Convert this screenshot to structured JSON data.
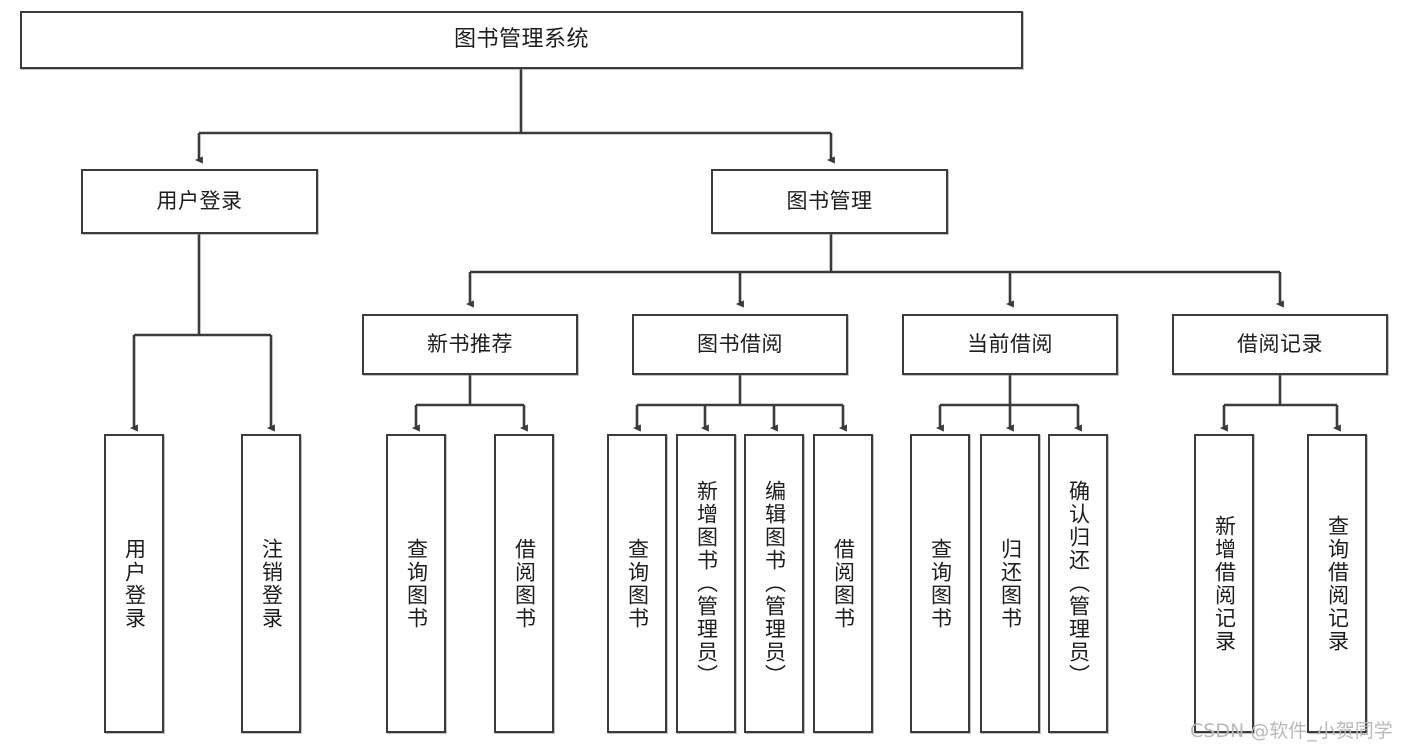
{
  "diagram": {
    "title": "图书管理系统",
    "type": "tree-hierarchy-chart",
    "stroke_color": "#3b3b3b",
    "fill_color": "#ffffff",
    "text_color": "#1d1d1d",
    "root": {
      "id": "root",
      "label": "图书管理系统"
    },
    "level1": [
      {
        "id": "user-login",
        "label": "用户登录"
      },
      {
        "id": "book-management",
        "label": "图书管理"
      }
    ],
    "level2": [
      {
        "id": "new-book-recommend",
        "label": "新书推荐",
        "parent": "book-management"
      },
      {
        "id": "book-borrow",
        "label": "图书借阅",
        "parent": "book-management"
      },
      {
        "id": "current-borrow",
        "label": "当前借阅",
        "parent": "book-management"
      },
      {
        "id": "borrow-record",
        "label": "借阅记录",
        "parent": "book-management"
      }
    ],
    "leaves": {
      "user-login": [
        {
          "id": "leaf-user-login",
          "label": "用户登录"
        },
        {
          "id": "leaf-user-logout",
          "label": "注销登录"
        }
      ],
      "new-book-recommend": [
        {
          "id": "leaf-query-book-1",
          "label": "查询图书"
        },
        {
          "id": "leaf-borrow-book-1",
          "label": "借阅图书"
        }
      ],
      "book-borrow": [
        {
          "id": "leaf-query-book-2",
          "label": "查询图书"
        },
        {
          "id": "leaf-add-book",
          "label": "新增图书（管理员）"
        },
        {
          "id": "leaf-edit-book",
          "label": "编辑图书（管理员）"
        },
        {
          "id": "leaf-borrow-book-2",
          "label": "借阅图书"
        }
      ],
      "current-borrow": [
        {
          "id": "leaf-query-book-3",
          "label": "查询图书"
        },
        {
          "id": "leaf-return-book",
          "label": "归还图书"
        },
        {
          "id": "leaf-confirm-return",
          "label": "确认归还（管理员）"
        }
      ],
      "borrow-record": [
        {
          "id": "leaf-add-record",
          "label": "新增借阅记录"
        },
        {
          "id": "leaf-query-record",
          "label": "查询借阅记录"
        }
      ]
    }
  },
  "watermark": {
    "text": "CSDN @软件_小贺同学"
  }
}
